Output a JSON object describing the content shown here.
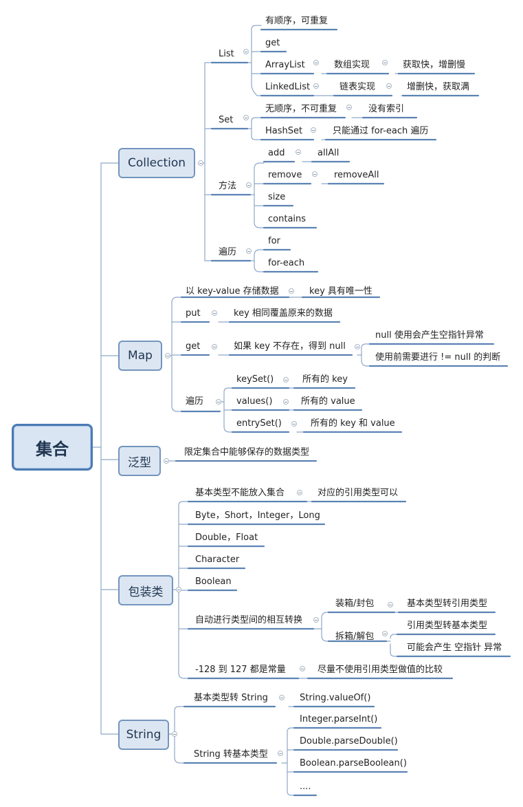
{
  "root": "集合",
  "collection": {
    "label": "Collection",
    "list": {
      "label": "List",
      "items": [
        "有顺序，可重复",
        "get",
        "ArrayList",
        "数组实现",
        "获取快，增删慢",
        "LinkedList",
        "链表实现",
        "增删快，获取满"
      ]
    },
    "set": {
      "label": "Set",
      "items": [
        "无顺序，不可重复",
        "没有索引",
        "HashSet",
        "只能通过 for-each 遍历"
      ]
    },
    "methods": {
      "label": "方法",
      "items": [
        "add",
        "allAll",
        "remove",
        "removeAll",
        "size",
        "contains"
      ]
    },
    "traverse": {
      "label": "遍历",
      "items": [
        "for",
        "for-each"
      ]
    }
  },
  "map": {
    "label": "Map",
    "kv": [
      "以 key-value 存储数据",
      "key 具有唯一性"
    ],
    "put": [
      "put",
      "key 相同覆盖原来的数据"
    ],
    "get": [
      "get",
      "如果 key 不存在，得到 null",
      "null 使用会产生空指针异常",
      "使用前需要进行 != null 的判断"
    ],
    "traverse": [
      "遍历",
      "keySet()",
      "所有的 key",
      "values()",
      "所有的 value",
      "entrySet()",
      "所有的 key 和 value"
    ]
  },
  "generic": {
    "label": "泛型",
    "items": [
      "限定集合中能够保存的数据类型"
    ]
  },
  "wrapper": {
    "label": "包装类",
    "items": [
      "基本类型不能放入集合",
      "对应的引用类型可以",
      "Byte，Short，Integer，Long",
      "Double，Float",
      "Character",
      "Boolean",
      "自动进行类型间的相互转换",
      "装箱/封包",
      "基本类型转引用类型",
      "拆箱/解包",
      "引用类型转基本类型",
      "可能会产生 空指针 异常",
      "-128 到 127 都是常量",
      "尽量不使用引用类型做值的比较"
    ]
  },
  "string": {
    "label": "String",
    "items": [
      "基本类型转 String",
      "String.valueOf()",
      "String 转基本类型",
      "Integer.parseInt()",
      "Double.parseDouble()",
      "Boolean.parseBoolean()",
      "...."
    ]
  }
}
